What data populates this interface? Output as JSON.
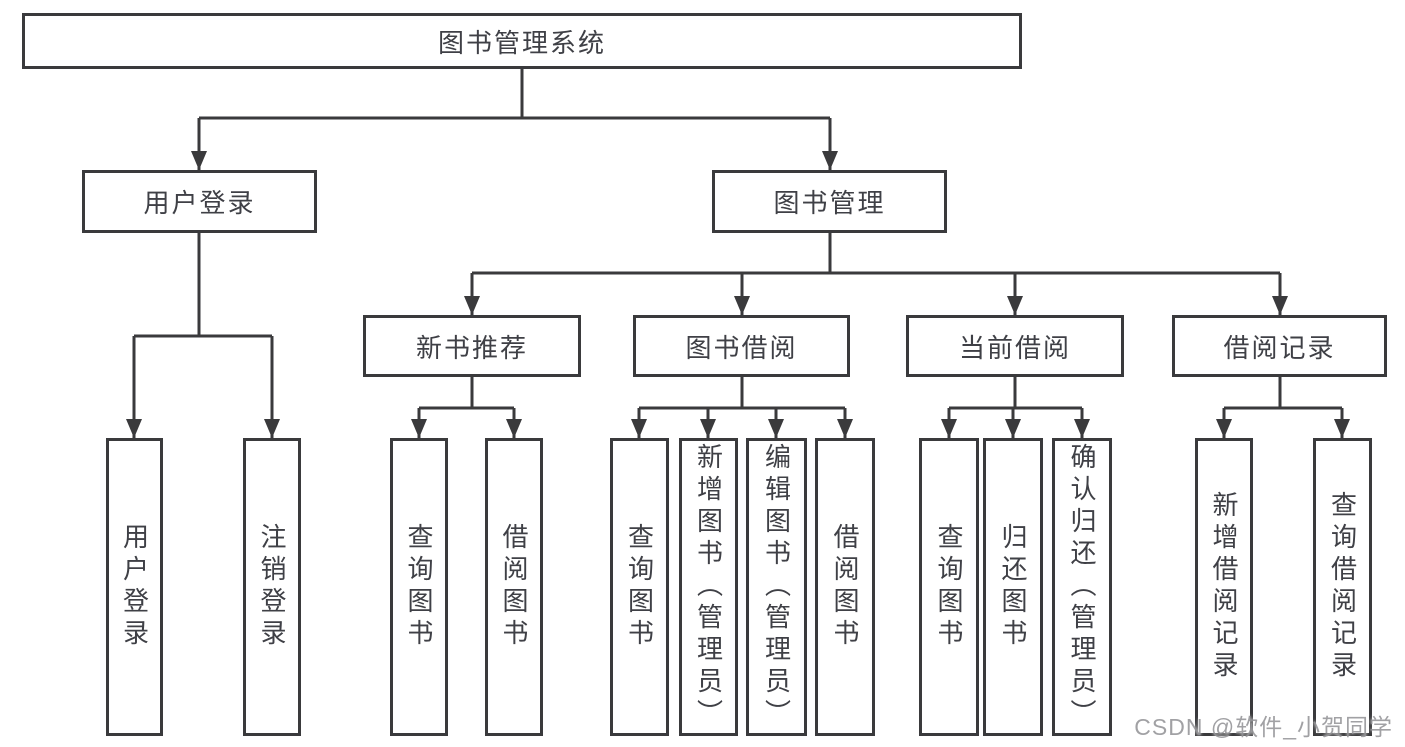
{
  "diagram_title": "图书管理系统",
  "tree": {
    "root": {
      "label": "图书管理系统",
      "children": [
        {
          "label": "用户登录",
          "children": [
            {
              "label": "用户登录"
            },
            {
              "label": "注销登录"
            }
          ]
        },
        {
          "label": "图书管理",
          "children": [
            {
              "label": "新书推荐",
              "children": [
                {
                  "label": "查询图书"
                },
                {
                  "label": "借阅图书"
                }
              ]
            },
            {
              "label": "图书借阅",
              "children": [
                {
                  "label": "查询图书"
                },
                {
                  "label": "新增图书（管理员）"
                },
                {
                  "label": "编辑图书（管理员）"
                },
                {
                  "label": "借阅图书"
                }
              ]
            },
            {
              "label": "当前借阅",
              "children": [
                {
                  "label": "查询图书"
                },
                {
                  "label": "归还图书"
                },
                {
                  "label": "确认归还（管理员）"
                }
              ]
            },
            {
              "label": "借阅记录",
              "children": [
                {
                  "label": "新增借阅记录"
                },
                {
                  "label": "查询借阅记录"
                }
              ]
            }
          ]
        }
      ]
    }
  },
  "watermark": {
    "text": "CSDN @软件_小贺同学"
  },
  "colors": {
    "line": "#3a3a3c",
    "text": "#3f4046",
    "box_background": "#ffffff",
    "page_background": "#ffffff",
    "watermark": "#919194"
  }
}
